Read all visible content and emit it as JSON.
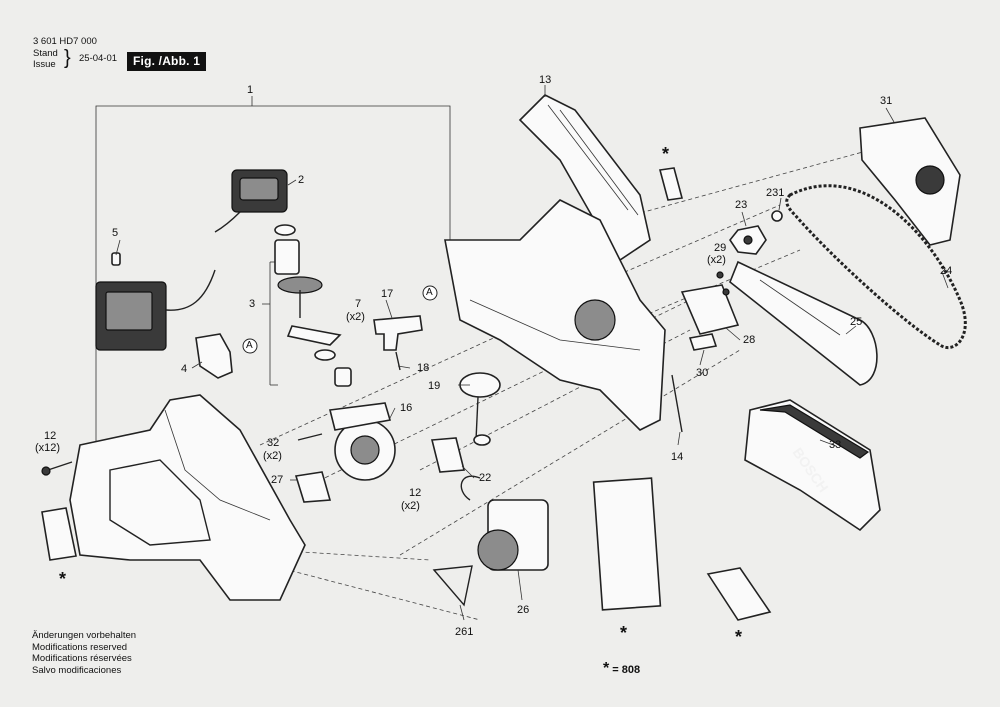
{
  "header": {
    "doc_number": "3 601 HD7 000",
    "stand_label": "Stand",
    "issue_label": "Issue",
    "brace": "}",
    "date": "25-04-01",
    "figure_label": "Fig. /Abb. 1"
  },
  "callouts": {
    "c1": "1",
    "c2": "2",
    "c3": "3",
    "c4": "4",
    "c5": "5",
    "c7": "7",
    "c7q": "(x2)",
    "c12a": "12",
    "c12aq": "(x12)",
    "c12b": "12",
    "c12bq": "(x2)",
    "c13": "13",
    "c14": "14",
    "c16": "16",
    "c17": "17",
    "c18": "18",
    "c19": "19",
    "c22": "22",
    "c23": "23",
    "c24": "24",
    "c25": "25",
    "c26": "26",
    "c27": "27",
    "c28": "28",
    "c29": "29",
    "c29q": "(x2)",
    "c30": "30",
    "c31": "31",
    "c32": "32",
    "c32q": "(x2)",
    "c33": "33",
    "c231": "231",
    "c261": "261",
    "refA1": "A",
    "refA2": "A"
  },
  "star_symbol": "*",
  "brand_on_cover": "BOSCH",
  "legend": {
    "symbol": "*",
    "text": "= 808"
  },
  "notes": [
    "Änderungen vorbehalten",
    "Modifications reserved",
    "Modifications réservées",
    "Salvo modificaciones"
  ]
}
